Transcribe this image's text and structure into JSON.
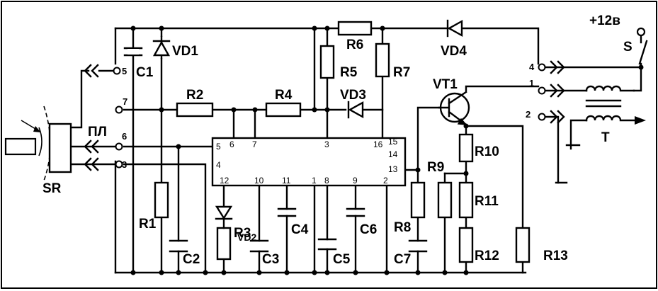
{
  "supply": {
    "label": "+12в"
  },
  "switch_label": "S",
  "transformer_label": "T",
  "sensor_label": "SR",
  "plug_label": "ПЛ",
  "connector_pins": [
    "5",
    "7",
    "6",
    "3",
    "4",
    "1",
    "2"
  ],
  "ic_pins": [
    "6",
    "7",
    "3",
    "16",
    "15",
    "14",
    "13",
    "5",
    "4",
    "12",
    "10",
    "11",
    "1",
    "8",
    "9",
    "2"
  ],
  "components": {
    "C1": "C1",
    "C2": "C2",
    "C3": "C3",
    "C4": "C4",
    "C5": "C5",
    "C6": "C6",
    "C7": "C7",
    "R1": "R1",
    "R2": "R2",
    "R3": "R3",
    "R4": "R4",
    "R5": "R5",
    "R6": "R6",
    "R7": "R7",
    "R8": "R8",
    "R9": "R9",
    "R10": "R10",
    "R11": "R11",
    "R12": "R12",
    "R13": "R13",
    "VD1": "VD1",
    "VD2": "VD2",
    "VD3": "VD3",
    "VD4": "VD4",
    "VT1": "VT1"
  }
}
